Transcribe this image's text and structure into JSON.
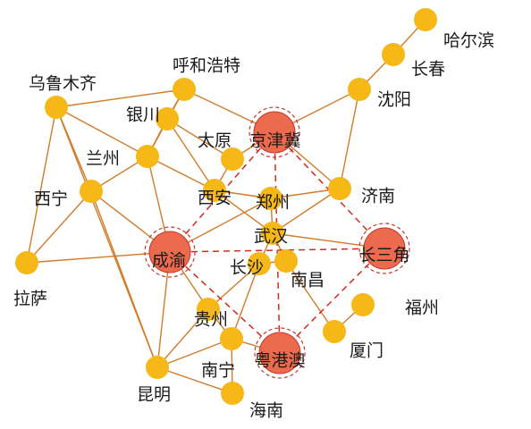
{
  "colors": {
    "edge": "#D27B2A",
    "hub_link": "#D42A1E",
    "node_fill": "#F6B817",
    "cluster_fill": "#EC6A4E",
    "cluster_stroke": "#C0392B"
  },
  "nodes": [
    {
      "id": "harbin",
      "label": "哈尔滨",
      "type": "city"
    },
    {
      "id": "changchun",
      "label": "长春",
      "type": "city"
    },
    {
      "id": "shenyang",
      "label": "沈阳",
      "type": "city"
    },
    {
      "id": "hohhot",
      "label": "呼和浩特",
      "type": "city"
    },
    {
      "id": "urumqi",
      "label": "乌鲁木齐",
      "type": "city"
    },
    {
      "id": "yinchuan",
      "label": "银川",
      "type": "city"
    },
    {
      "id": "jingjinji",
      "label": "京津冀",
      "type": "cluster"
    },
    {
      "id": "taiyuan",
      "label": "太原",
      "type": "city"
    },
    {
      "id": "lanzhou",
      "label": "兰州",
      "type": "city"
    },
    {
      "id": "xining",
      "label": "西宁",
      "type": "city"
    },
    {
      "id": "xian",
      "label": "西安",
      "type": "city"
    },
    {
      "id": "zhengzhou",
      "label": "郑州",
      "type": "city"
    },
    {
      "id": "jinan",
      "label": "济南",
      "type": "city"
    },
    {
      "id": "wuhan",
      "label": "武汉",
      "type": "city"
    },
    {
      "id": "chengyu",
      "label": "成渝",
      "type": "cluster"
    },
    {
      "id": "changsanjiao",
      "label": "长三角",
      "type": "cluster"
    },
    {
      "id": "lhasa",
      "label": "拉萨",
      "type": "city"
    },
    {
      "id": "changsha",
      "label": "长沙",
      "type": "city"
    },
    {
      "id": "nanchang",
      "label": "南昌",
      "type": "city"
    },
    {
      "id": "fuzhou",
      "label": "福州",
      "type": "city"
    },
    {
      "id": "guiyang",
      "label": "贵州",
      "type": "city"
    },
    {
      "id": "xiamen",
      "label": "厦门",
      "type": "city"
    },
    {
      "id": "nanning",
      "label": "南宁",
      "type": "city"
    },
    {
      "id": "yuegangao",
      "label": "粤港澳",
      "type": "cluster"
    },
    {
      "id": "kunming",
      "label": "昆明",
      "type": "city"
    },
    {
      "id": "haikou",
      "label": "海南",
      "type": "city"
    }
  ],
  "edges": [
    [
      "harbin",
      "changchun"
    ],
    [
      "changchun",
      "shenyang"
    ],
    [
      "shenyang",
      "jingjinji"
    ],
    [
      "shenyang",
      "jinan"
    ],
    [
      "urumqi",
      "hohhot"
    ],
    [
      "urumqi",
      "lanzhou"
    ],
    [
      "urumqi",
      "xining"
    ],
    [
      "urumqi",
      "lhasa"
    ],
    [
      "urumqi",
      "kunming"
    ],
    [
      "hohhot",
      "jingjinji"
    ],
    [
      "hohhot",
      "yinchuan"
    ],
    [
      "hohhot",
      "lanzhou"
    ],
    [
      "yinchuan",
      "lanzhou"
    ],
    [
      "yinchuan",
      "taiyuan"
    ],
    [
      "yinchuan",
      "xian"
    ],
    [
      "taiyuan",
      "xian"
    ],
    [
      "taiyuan",
      "jingjinji"
    ],
    [
      "lanzhou",
      "xining"
    ],
    [
      "lanzhou",
      "xian"
    ],
    [
      "lanzhou",
      "chengyu"
    ],
    [
      "xining",
      "lhasa"
    ],
    [
      "xining",
      "chengyu"
    ],
    [
      "xining",
      "kunming"
    ],
    [
      "lhasa",
      "chengyu"
    ],
    [
      "xian",
      "zhengzhou"
    ],
    [
      "xian",
      "wuhan"
    ],
    [
      "jinan",
      "zhengzhou"
    ],
    [
      "jinan",
      "wuhan"
    ],
    [
      "jinan",
      "jingjinji"
    ],
    [
      "zhengzhou",
      "wuhan"
    ],
    [
      "zhengzhou",
      "chengyu"
    ],
    [
      "wuhan",
      "changsha"
    ],
    [
      "wuhan",
      "nanchang"
    ],
    [
      "wuhan",
      "changsanjiao"
    ],
    [
      "changsha",
      "nanchang"
    ],
    [
      "changsha",
      "guiyang"
    ],
    [
      "changsha",
      "nanning"
    ],
    [
      "nanchang",
      "xiamen"
    ],
    [
      "fuzhou",
      "xiamen"
    ],
    [
      "chengyu",
      "kunming"
    ],
    [
      "chengyu",
      "guiyang"
    ],
    [
      "guiyang",
      "kunming"
    ],
    [
      "guiyang",
      "nanning"
    ],
    [
      "nanning",
      "kunming"
    ],
    [
      "nanning",
      "haikou"
    ],
    [
      "nanning",
      "yuegangao"
    ],
    [
      "kunming",
      "haikou"
    ]
  ],
  "hub_links": [
    [
      "jingjinji",
      "chengyu"
    ],
    [
      "jingjinji",
      "changsanjiao"
    ],
    [
      "jingjinji",
      "yuegangao"
    ],
    [
      "chengyu",
      "changsanjiao"
    ],
    [
      "chengyu",
      "yuegangao"
    ],
    [
      "changsanjiao",
      "yuegangao"
    ]
  ]
}
